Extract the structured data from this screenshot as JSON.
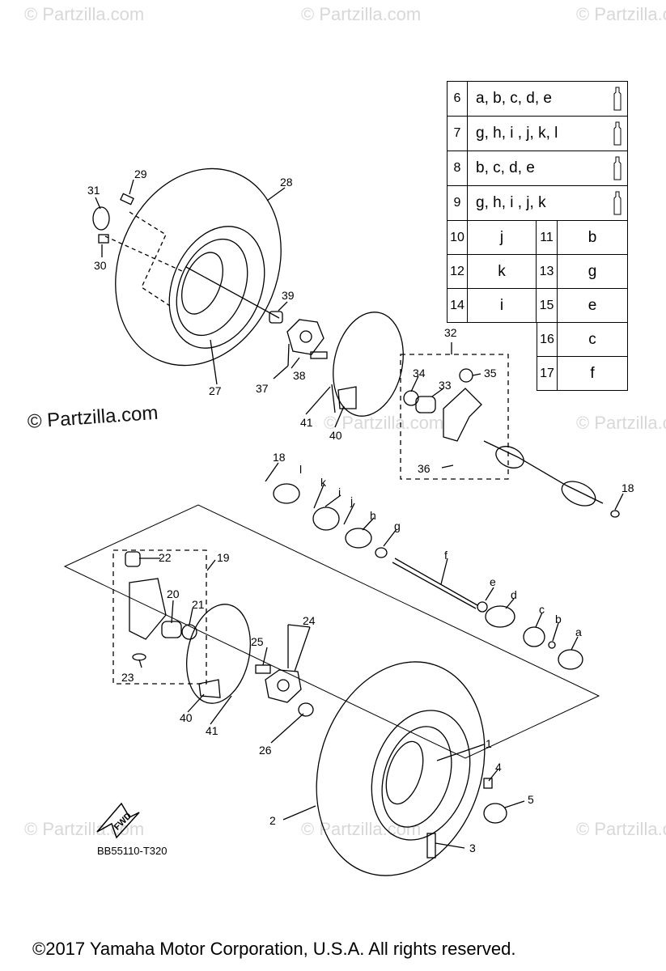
{
  "watermarks": {
    "text": "© Partzilla.com",
    "visible_text": "© Partzilla.com"
  },
  "legend": {
    "kits": [
      {
        "num": "6",
        "items": "a, b, c, d, e"
      },
      {
        "num": "7",
        "items": "g, h, i , j, k, l"
      },
      {
        "num": "8",
        "items": "b, c, d, e"
      },
      {
        "num": "9",
        "items": "g, h, i , j, k"
      }
    ],
    "pairs": [
      [
        {
          "num": "10",
          "val": "j"
        },
        {
          "num": "11",
          "val": "b"
        }
      ],
      [
        {
          "num": "12",
          "val": "k"
        },
        {
          "num": "13",
          "val": "g"
        }
      ],
      [
        {
          "num": "14",
          "val": "i"
        },
        {
          "num": "15",
          "val": "e"
        }
      ],
      [
        null,
        {
          "num": "16",
          "val": "c"
        }
      ],
      [
        null,
        {
          "num": "17",
          "val": "f"
        }
      ]
    ],
    "grease_icon": "grease-tube-icon"
  },
  "callouts": {
    "c1": "1",
    "c2": "2",
    "c3": "3",
    "c4": "4",
    "c5": "5",
    "c18a": "18",
    "c18b": "18",
    "c19": "19",
    "c20": "20",
    "c21": "21",
    "c22": "22",
    "c23": "23",
    "c24": "24",
    "c25": "25",
    "c26": "26",
    "c27": "27",
    "c28": "28",
    "c29": "29",
    "c30": "30",
    "c31": "31",
    "c32": "32",
    "c33": "33",
    "c34": "34",
    "c35": "35",
    "c36": "36",
    "c37": "37",
    "c38": "38",
    "c39": "39",
    "c40a": "40",
    "c40b": "40",
    "c41a": "41",
    "c41b": "41",
    "la": "a",
    "lb": "b",
    "lc": "c",
    "ld": "d",
    "le": "e",
    "lf": "f",
    "lg": "g",
    "lh": "h",
    "li": "i",
    "lj": "j",
    "lk": "k",
    "ll": "l"
  },
  "fwd_label": "FWD",
  "figure_code": "BB55110-T320",
  "copyright": "©2017  Yamaha Motor Corporation, U.S.A. All rights reserved."
}
